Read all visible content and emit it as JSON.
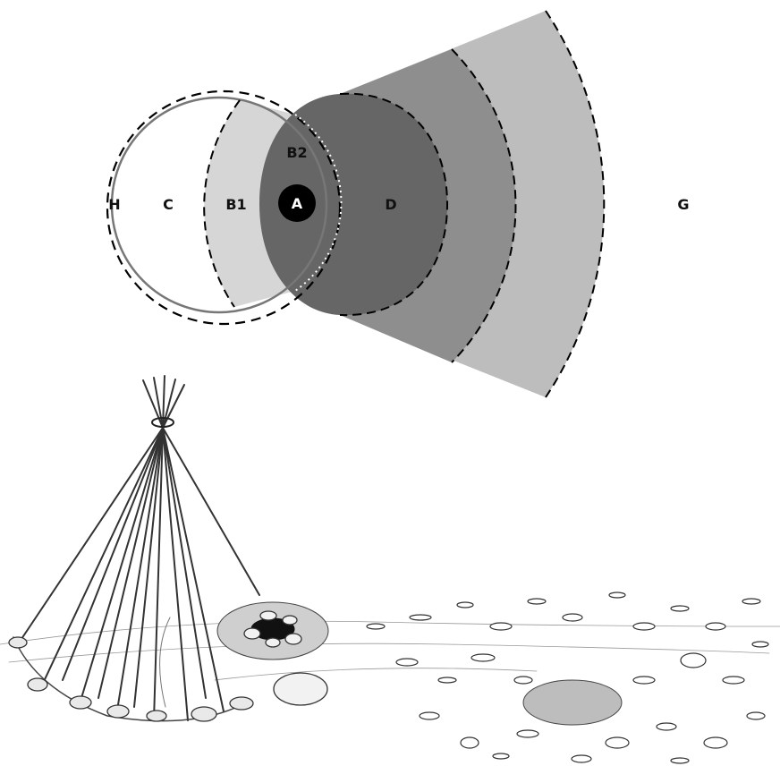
{
  "zones": {
    "H": "H",
    "C": "C",
    "B1": "B1",
    "B2": "B2",
    "A": "A",
    "D": "D",
    "G": "G"
  },
  "colors": {
    "outer_fan_fill": "#bdbdbd",
    "middle_fan_fill": "#8e8e8e",
    "inner_zone_fill": "#666666",
    "b1_fill": "#d6d6d6",
    "hearth_fill": "#000000",
    "tent_circle_stroke": "#777777",
    "dashed_stroke": "#000000"
  },
  "illustration": {
    "subject": "tipi-frame-with-hearth-and-scattered-debris"
  }
}
